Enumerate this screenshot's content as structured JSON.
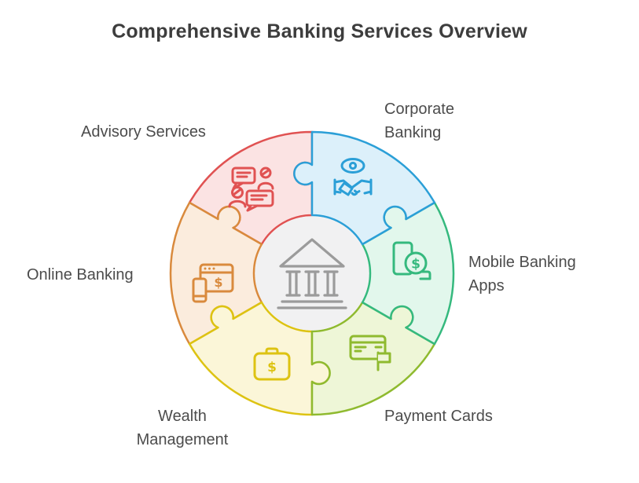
{
  "title": "Comprehensive Banking Services Overview",
  "glyphs": {
    "dollar": "$"
  },
  "diagram": {
    "center": {
      "icon": "bank-building",
      "circle_fill": "#f1f1f2",
      "icon_color": "#9b9b9b"
    },
    "segments": [
      {
        "id": "corporate-banking",
        "label": "Corporate Banking",
        "icon": "eye-handshake-icon",
        "stroke": "#2b9fd7",
        "fill": "#dcf0fa"
      },
      {
        "id": "mobile-banking-apps",
        "label": "Mobile Banking Apps",
        "icon": "phone-dollar-coin-icon",
        "stroke": "#35b97e",
        "fill": "#e2f7ec"
      },
      {
        "id": "payment-cards",
        "label": "Payment Cards",
        "icon": "credit-card-flag-icon",
        "stroke": "#8fba2f",
        "fill": "#eef6d7"
      },
      {
        "id": "wealth-management",
        "label": "Wealth Management",
        "icon": "briefcase-dollar-icon",
        "stroke": "#ddc312",
        "fill": "#fbf6d8"
      },
      {
        "id": "online-banking",
        "label": "Online Banking",
        "icon": "browser-dollar-phone-icon",
        "stroke": "#d98a3d",
        "fill": "#fbecdd"
      },
      {
        "id": "advisory-services",
        "label": "Advisory Services",
        "icon": "people-chat-icon",
        "stroke": "#e05252",
        "fill": "#fbe3e3"
      }
    ]
  }
}
